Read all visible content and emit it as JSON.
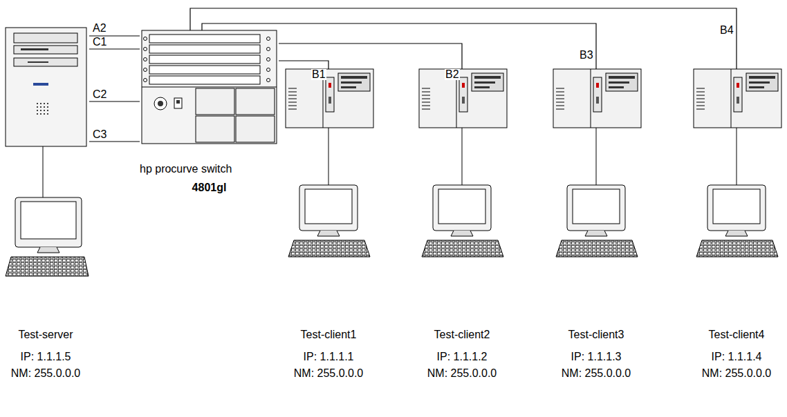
{
  "diagram": {
    "nodes": [
      {
        "text": [
          "Test-server",
          "IP: 1.1.1.5",
          "NM: 255.0.0.0"
        ]
      },
      {
        "text": [
          "hp procurve switch",
          "4801gl"
        ]
      },
      {
        "text": [
          "Test-client1",
          "IP: 1.1.1.1",
          "NM: 255.0.0.0"
        ]
      },
      {
        "text": [
          "Test-client2",
          "IP: 1.1.1.2",
          "NM: 255.0.0.0"
        ]
      },
      {
        "text": [
          "Test-client3",
          "IP: 1.1.1.3",
          "NM: 255.0.0.0"
        ]
      },
      {
        "text": [
          "Test-client4",
          "IP: 1.1.1.4",
          "NM: 255.0.0.0"
        ]
      }
    ],
    "edges": [
      {
        "from": 0,
        "to": 1,
        "label": "A2",
        "arrow": "none"
      },
      {
        "from": 0,
        "to": 1,
        "label": "C1",
        "arrow": "none"
      },
      {
        "from": 0,
        "to": 1,
        "label": "C2",
        "arrow": "none"
      },
      {
        "from": 0,
        "to": 1,
        "label": "C3",
        "arrow": "none"
      },
      {
        "from": 1,
        "to": 2,
        "label": "B1",
        "arrow": "none"
      },
      {
        "from": 1,
        "to": 3,
        "label": "B2",
        "arrow": "none"
      },
      {
        "from": 1,
        "to": 4,
        "label": "B3",
        "arrow": "none"
      },
      {
        "from": 1,
        "to": 5,
        "label": "B4",
        "arrow": "none"
      }
    ]
  }
}
